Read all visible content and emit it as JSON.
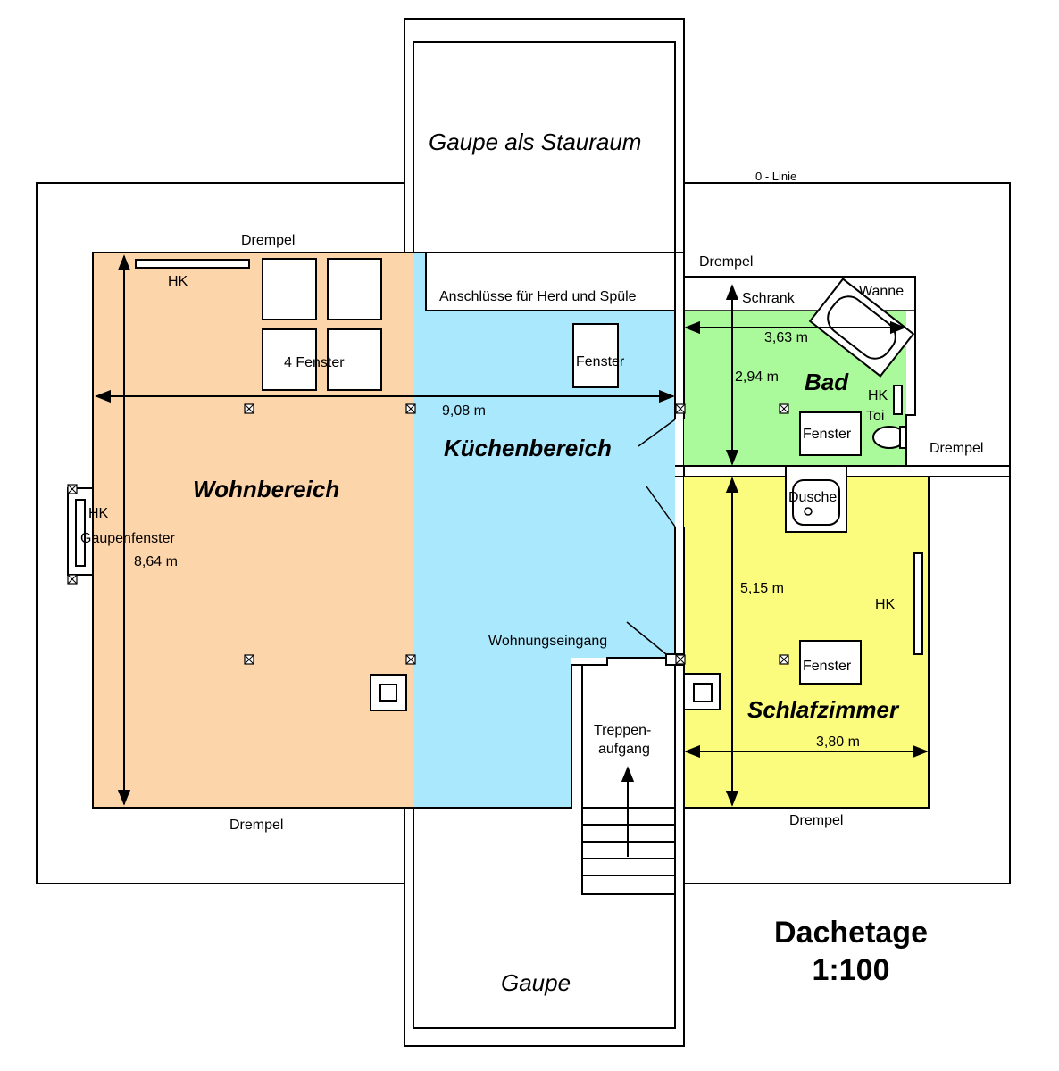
{
  "rooms": {
    "wohnbereich": "Wohnbereich",
    "kuechenbereich": "Küchenbereich",
    "bad": "Bad",
    "schlafzimmer": "Schlafzimmer",
    "gaupe_stauraum": "Gaupe als Stauraum",
    "gaupe": "Gaupe"
  },
  "labels": {
    "null_linie": "0 - Linie",
    "drempel_top_left": "Drempel",
    "drempel_top_right": "Drempel",
    "drempel_right": "Drempel",
    "drempel_bottom_left": "Drempel",
    "drempel_bottom_right": "Drempel",
    "hk_top": "HK",
    "hk_left": "HK",
    "hk_bad": "HK",
    "hk_schlaf": "HK",
    "gaupenfenster": "Gaupenfenster",
    "vier_fenster": "4 Fenster",
    "fenster_kueche": "Fenster",
    "fenster_bad": "Fenster",
    "fenster_schlaf": "Fenster",
    "anschluesse": "Anschlüsse für Herd und Spüle",
    "schrank": "Schrank",
    "wanne": "Wanne",
    "toi": "Toi",
    "dusche": "Dusche",
    "wohnungseingang": "Wohnungseingang",
    "treppe_1": "Treppen-",
    "treppe_2": "aufgang"
  },
  "dimensions": {
    "width_total": "9,08 m",
    "height_wohn": "8,64 m",
    "width_bad": "3,63 m",
    "height_bad": "2,94 m",
    "height_schlaf": "5,15 m",
    "width_schlaf": "3,80 m"
  },
  "title": {
    "line1": "Dachetage",
    "line2": "1:100"
  },
  "colors": {
    "wohnbereich": "#fdd5aa",
    "kuechenbereich": "#aae8fd",
    "bad": "#aaf99a",
    "schlafzimmer": "#fbfb7e",
    "lines": "#000000"
  }
}
